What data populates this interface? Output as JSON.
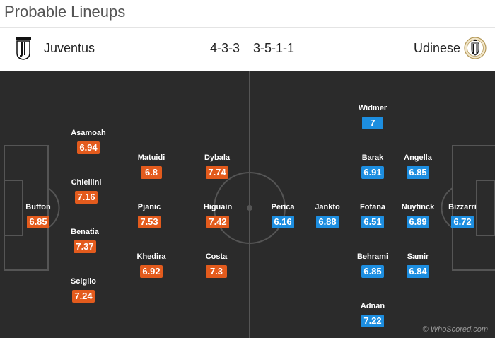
{
  "title": "Probable Lineups",
  "home": {
    "name": "Juventus",
    "formation": "4-3-3",
    "logo_icon": "juventus-crest",
    "color": "#e35b1d",
    "players": [
      {
        "name": "Buffon",
        "rating": "6.85"
      },
      {
        "name": "Asamoah",
        "rating": "6.94"
      },
      {
        "name": "Chiellini",
        "rating": "7.16"
      },
      {
        "name": "Benatia",
        "rating": "7.37"
      },
      {
        "name": "Sciglio",
        "rating": "7.24"
      },
      {
        "name": "Matuidi",
        "rating": "6.8"
      },
      {
        "name": "Pjanic",
        "rating": "7.53"
      },
      {
        "name": "Khedira",
        "rating": "6.92"
      },
      {
        "name": "Dybala",
        "rating": "7.74"
      },
      {
        "name": "Higuaín",
        "rating": "7.42"
      },
      {
        "name": "Costa",
        "rating": "7.3"
      }
    ]
  },
  "away": {
    "name": "Udinese",
    "formation": "3-5-1-1",
    "logo_icon": "udinese-crest",
    "color": "#1d8ee0",
    "players": [
      {
        "name": "Bizzarri",
        "rating": "6.72"
      },
      {
        "name": "Angella",
        "rating": "6.85"
      },
      {
        "name": "Nuytinck",
        "rating": "6.89"
      },
      {
        "name": "Samir",
        "rating": "6.84"
      },
      {
        "name": "Widmer",
        "rating": "7"
      },
      {
        "name": "Barak",
        "rating": "6.91"
      },
      {
        "name": "Fofana",
        "rating": "6.51"
      },
      {
        "name": "Behrami",
        "rating": "6.85"
      },
      {
        "name": "Adnan",
        "rating": "7.22"
      },
      {
        "name": "Jankto",
        "rating": "6.88"
      },
      {
        "name": "Perica",
        "rating": "6.16"
      }
    ]
  },
  "watermark": "© WhoScored.com"
}
